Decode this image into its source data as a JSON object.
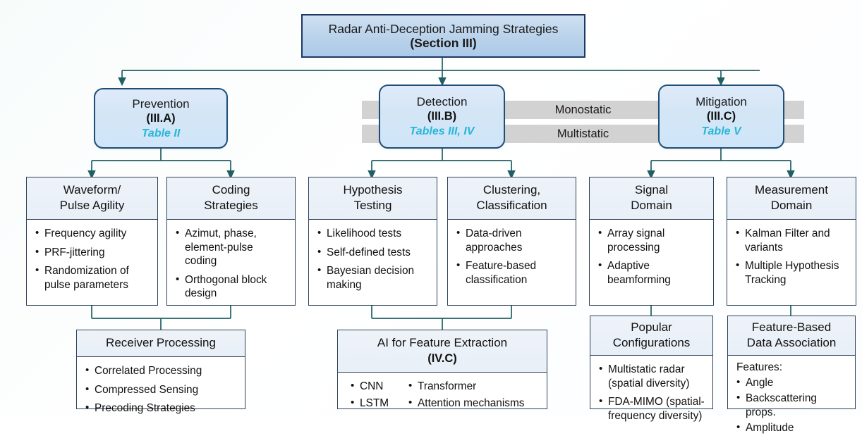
{
  "colors": {
    "root_fill": "#b9d2ea",
    "root_border": "#1f3864",
    "level1_fill": "#d4e6f6",
    "level1_border": "#1f4e79",
    "accent_table": "#29b6d8",
    "rail_gray": "#d2d2d2",
    "connector": "#1f5f63",
    "card_border": "#2e4156",
    "card_header": "#e8eff7",
    "background": "#ffffff"
  },
  "root": {
    "title": "Radar Anti-Deception Jamming Strategies",
    "section": "(Section III)"
  },
  "rails": [
    {
      "label": "Monostatic"
    },
    {
      "label": "Multistatic"
    }
  ],
  "branches": [
    {
      "title": "Prevention",
      "section": "(III.A)",
      "table": "Table II"
    },
    {
      "title": "Detection",
      "section": "(III.B)",
      "table": "Tables III, IV"
    },
    {
      "title": "Mitigation",
      "section": "(III.C)",
      "table": "Table V"
    }
  ],
  "cards": [
    {
      "header_line1": "Waveform/",
      "header_line2": "Pulse Agility",
      "items": [
        "Frequency agility",
        "PRF-jittering",
        "Randomization of pulse parameters"
      ]
    },
    {
      "header_line1": "Coding",
      "header_line2": "Strategies",
      "items": [
        "Azimut, phase, element-pulse coding",
        "Orthogonal block design"
      ]
    },
    {
      "header_line1": "Hypothesis",
      "header_line2": "Testing",
      "items": [
        "Likelihood tests",
        "Self-defined tests",
        "Bayesian decision making"
      ]
    },
    {
      "header_line1": "Clustering,",
      "header_line2": "Classification",
      "items": [
        "Data-driven approaches",
        "Feature-based classification"
      ]
    },
    {
      "header_line1": "Signal",
      "header_line2": "Domain",
      "items": [
        "Array signal processing",
        "Adaptive beamforming"
      ]
    },
    {
      "header_line1": "Measurement",
      "header_line2": "Domain",
      "items": [
        "Kalman Filter and variants",
        "Multiple Hypothesis Tracking"
      ]
    }
  ],
  "leaf_cards": {
    "receiver": {
      "header_line1": "Receiver Processing",
      "items": [
        "Correlated Processing",
        "Compressed Sensing",
        "Precoding Strategies"
      ]
    },
    "ai": {
      "header_line1": "AI for Feature Extraction",
      "section": "(IV.C)",
      "col1": [
        "CNN",
        "LSTM"
      ],
      "col2": [
        "Transformer",
        "Attention mechanisms"
      ]
    },
    "popular": {
      "header_line1": "Popular",
      "header_line2": "Configurations",
      "items": [
        "Multistatic radar (spatial diversity)",
        "FDA-MIMO (spatial-frequency diversity)"
      ]
    },
    "feature": {
      "header_line1": "Feature-Based",
      "header_line2": "Data Association",
      "lead": "Features:",
      "items": [
        "Angle",
        "Backscattering props.",
        "Amplitude"
      ]
    }
  }
}
